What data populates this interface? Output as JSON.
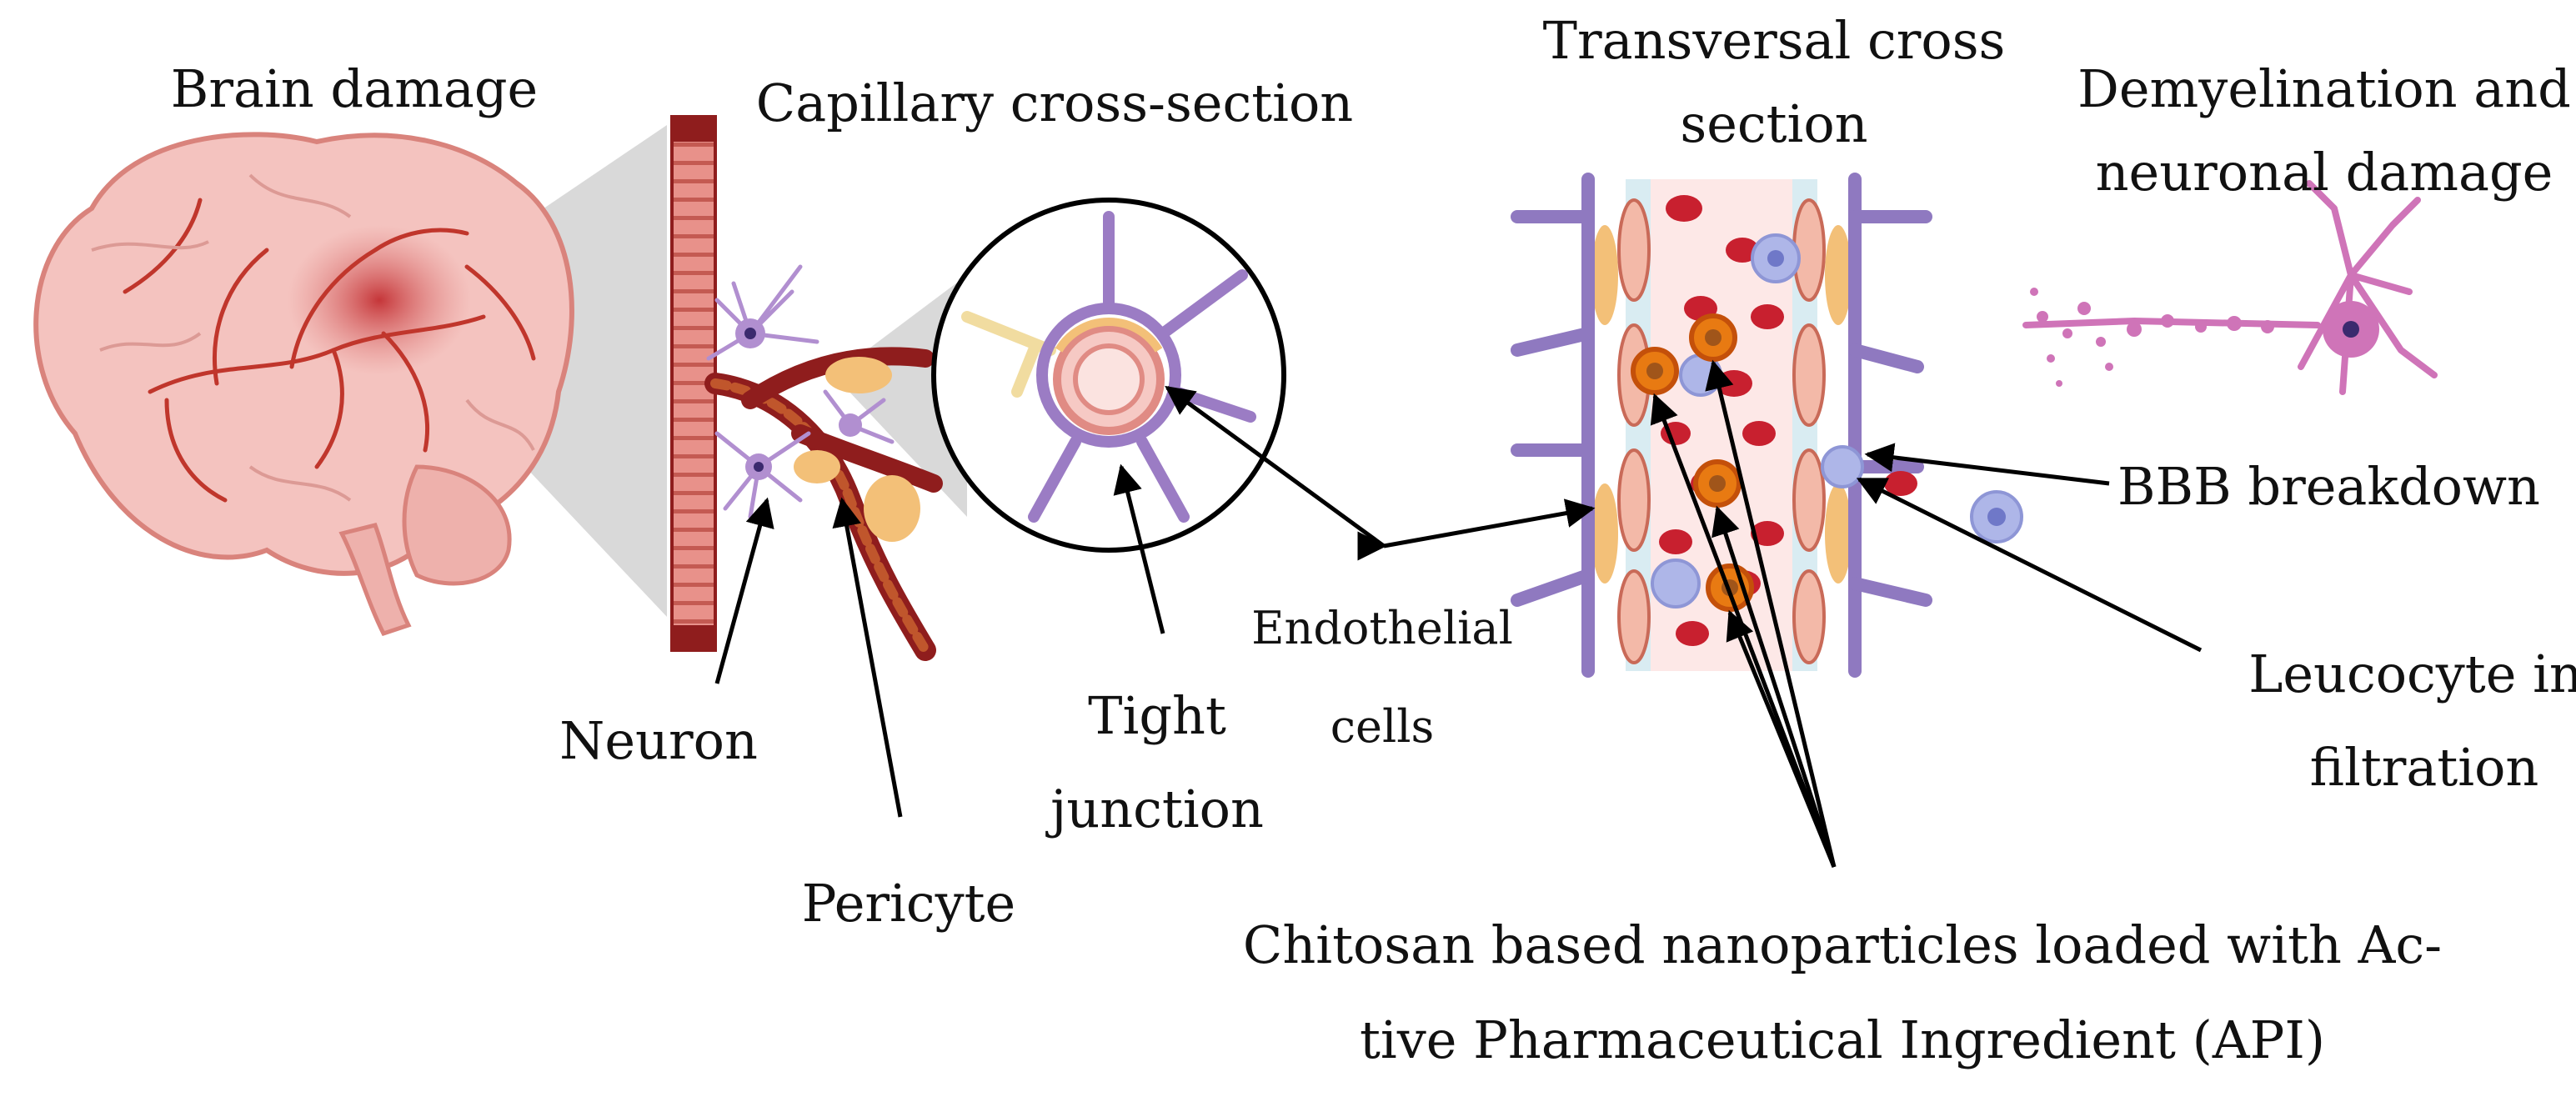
{
  "labels": {
    "brain_damage": "Brain damage",
    "capillary_cross_section": "Capillary cross-section",
    "transversal_line1": "Transversal cross",
    "transversal_line2": "section",
    "demyelination_line1": "Demyelination and",
    "demyelination_line2": "neuronal damage",
    "bbb_breakdown": "BBB breakdown",
    "leucocyte_line1": "Leucocyte in-",
    "leucocyte_line2": "filtration",
    "neuron": "Neuron",
    "pericyte": "Pericyte",
    "tight_line1": "Tight",
    "tight_line2": "junction",
    "endothelial_line1": "Endothelial",
    "endothelial_line2": "cells",
    "chitosan_line1": "Chitosan based nanoparticles loaded with Ac-",
    "chitosan_line2": "tive Pharmaceutical Ingredient (API)"
  },
  "colors": {
    "brain": "#f2b8b4",
    "brain_stroke": "#d9837c",
    "vessel": "#c0362c",
    "capillary": "#e58b84",
    "capillary_dark": "#8f1d1d",
    "neuron": "#b18fd0",
    "pericyte": "#f3c078",
    "rbc": "#c8202f",
    "nanoparticle": "#e87a12",
    "leucocyte": "#aeb6e8",
    "demyelinated_neuron": "#cf74b8",
    "arrow": "#000000"
  }
}
